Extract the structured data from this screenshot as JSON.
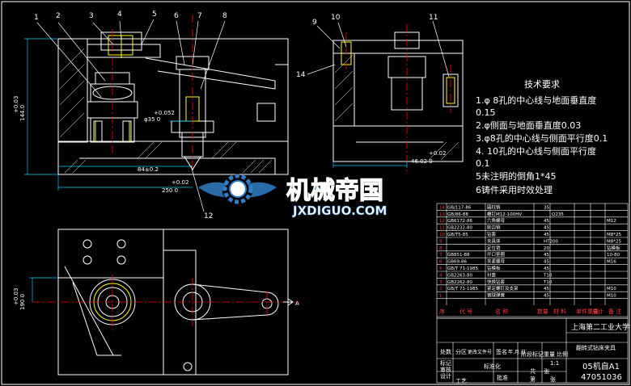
{
  "part_labels": [
    "1",
    "2",
    "3",
    "4",
    "5",
    "6",
    "7",
    "8",
    "9",
    "10",
    "11",
    "12",
    "14"
  ],
  "dimensions": {
    "front_height_1": "+0.03",
    "front_height_2": "144.0",
    "front_tol": "+0.052",
    "front_dia": "φ35 0",
    "front_width_1": "84±0.2",
    "front_width_2": "+0.02",
    "front_width_3": "250 0",
    "side_tol": "+0.02",
    "side_width": "46.02 0",
    "plan_height_1": "+0.03",
    "plan_height_2": "190 0",
    "section_mark": "A"
  },
  "tech_requirements": {
    "title": "技术要求",
    "items": [
      "1.φ 8孔的中心线与地面垂直度",
      "0.15",
      "2.φ侧面与地面垂直度0.03",
      "3.φ8孔的中心线与侧面平行度0.1",
      "4. 10孔的中心线与侧面平行度",
      "0.1",
      "5未注明的倒角1*45",
      "6铸件采用时效处理"
    ]
  },
  "watermark": {
    "main": "机械帝国",
    "sub": "JXDIGUO.COM"
  },
  "bom_rows": [
    {
      "code": "GB/117-86",
      "name": "圆柱销",
      "qty": "35",
      "mat": "",
      "note": ""
    },
    {
      "code": "GB/86-88",
      "name": "螺钉M12-100HV",
      "qty": "",
      "mat": "Q235",
      "note": ""
    },
    {
      "code": "GB6172-86",
      "name": "六角螺母",
      "qty": "45",
      "mat": "",
      "note": "M12"
    },
    {
      "code": "GB2232-80",
      "name": "削边销",
      "qty": "45",
      "mat": "",
      "note": ""
    },
    {
      "code": "GB/T5-85",
      "name": "钻套",
      "qty": "45",
      "mat": "",
      "note": "M8*25"
    },
    {
      "code": "",
      "name": "夹具体",
      "qty": "HT200",
      "mat": "",
      "note": "M8*25"
    },
    {
      "code": "",
      "name": "定位销",
      "qty": "20",
      "mat": "",
      "note": "钻模板"
    },
    {
      "code": "GB851-88",
      "name": "开口垫圈",
      "qty": "45",
      "mat": "",
      "note": "10-80"
    },
    {
      "code": "GB69-86",
      "name": "夹紧螺母",
      "qty": "45",
      "mat": "",
      "note": "M16"
    },
    {
      "code": "GB/T 71-1985",
      "name": "钻模板",
      "qty": "45",
      "mat": "",
      "note": ""
    },
    {
      "code": "GB2263-80",
      "name": "衬套",
      "qty": "T10",
      "mat": "",
      "note": ""
    },
    {
      "code": "GB2262-80",
      "name": "快换钻套",
      "qty": "T10",
      "mat": "",
      "note": ""
    },
    {
      "code": "GB/T 71-1985",
      "name": "紧定螺钉及支架",
      "qty": "45",
      "mat": "",
      "note": "M10"
    },
    {
      "code": "",
      "name": "钢球弹簧",
      "qty": "45",
      "mat": "",
      "note": "M10"
    }
  ],
  "bom_header": [
    "序",
    "代  号",
    "名  称",
    "数量",
    "材  料",
    "单件重量",
    "总计",
    "备  注"
  ],
  "title_block": {
    "school": "上海第二工业大学",
    "drawing_name": "翻转式钻床夹具",
    "class_code": "05机自A1",
    "student_no": "47051036",
    "labels": [
      "标记",
      "处数",
      "分区",
      "更改文件号",
      "签名",
      "年.月.日",
      "设计",
      "标准化",
      "阶段标记",
      "重量",
      "比例",
      "审核",
      "工艺",
      "批准",
      "共",
      "张",
      "第",
      "张"
    ],
    "scale": "1:1"
  },
  "colors": {
    "outline": "#ffffff",
    "hidden": "#ffff00",
    "center": "#ff0000",
    "dim": "#00c8ff",
    "hatch": "#ffffff",
    "label": "#ffffff",
    "table_text": "#ff3b3b",
    "table_line": "#ffffff",
    "watermark_blue": "#2f7fc8",
    "watermark_white": "#ffffff"
  }
}
